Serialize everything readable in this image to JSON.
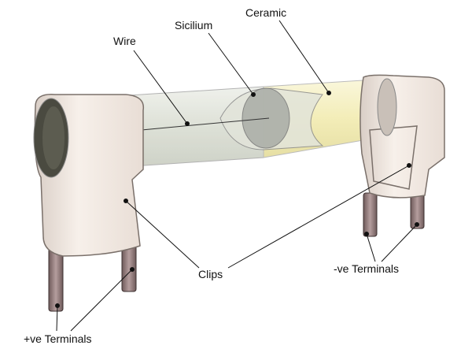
{
  "labels": {
    "wire": "Wire",
    "sicilium": "Sicilium",
    "ceramic": "Ceramic",
    "clips": "Clips",
    "negative_terminals": "-ve Terminals",
    "positive_terminals": "+ve Terminals"
  },
  "colors": {
    "clip": "#f2e9e2",
    "ceramic": "#f4efc0",
    "tube_glass": "#dfe3d8",
    "terminal": "#8a7474"
  }
}
